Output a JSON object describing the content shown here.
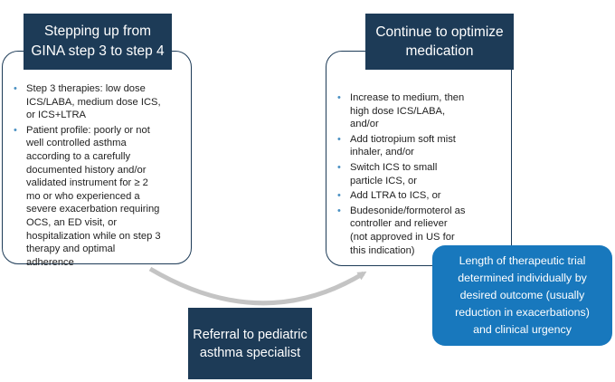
{
  "left": {
    "header": [
      "Stepping up from",
      "GINA step 3 to step 4"
    ],
    "items": [
      [
        "Step 3 therapies: low dose",
        "ICS/LABA, medium dose ICS,",
        "or ICS+LTRA"
      ],
      [
        "Patient profile: poorly or not",
        "well controlled asthma",
        "according to a carefully",
        "documented history and/or",
        "validated instrument for ≥ 2",
        "mo or who experienced a",
        "severe exacerbation requiring",
        "OCS, an ED visit, or",
        "hospitalization while on step 3",
        "therapy and optimal",
        "adherence"
      ]
    ]
  },
  "right": {
    "header": [
      "Continue to optimize",
      "medication"
    ],
    "items": [
      [
        "Increase to medium, then",
        "high dose ICS/LABA,",
        "and/or"
      ],
      [
        "Add tiotropium soft mist",
        "inhaler, and/or"
      ],
      [
        "Switch ICS to small",
        "particle ICS, or"
      ],
      [
        "Add LTRA to ICS, or"
      ],
      [
        "Budesonide/formoterol as",
        "controller and reliever",
        "(not approved in US for",
        "this indication)"
      ]
    ]
  },
  "referral": [
    "Referral to pediatric",
    "asthma specialist"
  ],
  "trial": [
    "Length of therapeutic trial",
    "determined individually by",
    "desired outcome (usually",
    "reduction in exacerbations)",
    "and clinical urgency"
  ],
  "colors": {
    "navy": "#1d3b57",
    "blue": "#1878bd",
    "bullet": "#4a90c2",
    "arrow": "#c4c4c4"
  }
}
